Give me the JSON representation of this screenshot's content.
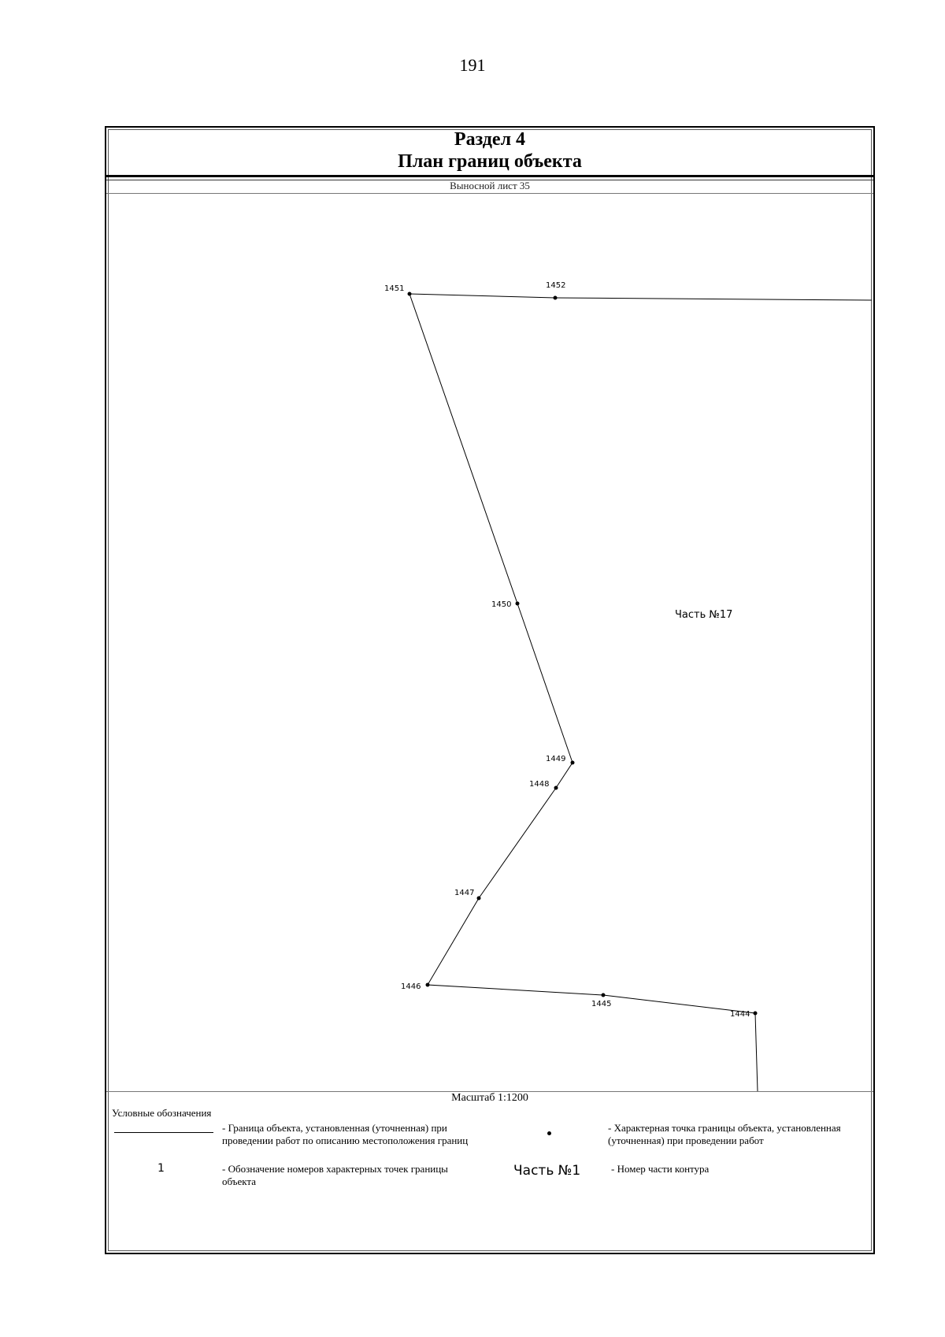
{
  "page": {
    "number": "191"
  },
  "header": {
    "section": "Раздел 4",
    "title": "План границ объекта",
    "sheet": "Выносной лист 35"
  },
  "plan": {
    "points": [
      {
        "id": "1451",
        "label": "1451"
      },
      {
        "id": "1452",
        "label": "1452"
      },
      {
        "id": "1450",
        "label": "1450"
      },
      {
        "id": "1449",
        "label": "1449"
      },
      {
        "id": "1448",
        "label": "1448"
      },
      {
        "id": "1447",
        "label": "1447"
      },
      {
        "id": "1446",
        "label": "1446"
      },
      {
        "id": "1445",
        "label": "1445"
      },
      {
        "id": "1444",
        "label": "1444"
      }
    ],
    "part_label": "Часть №17"
  },
  "scale": "Масштаб 1:1200",
  "legend": {
    "title": "Условные обозначения",
    "boundary_line": "- Граница  объекта, установленная (уточненная) при проведении работ по описанию местоположения границ",
    "point_number_example": "1",
    "point_number_text": "- Обозначение номеров характерных точек границы объекта",
    "characteristic_point": "- Характерная точка границы объекта, установленная (уточненная) при проведении работ",
    "part_example": "Часть №1",
    "part_text": "- Номер части контура"
  }
}
